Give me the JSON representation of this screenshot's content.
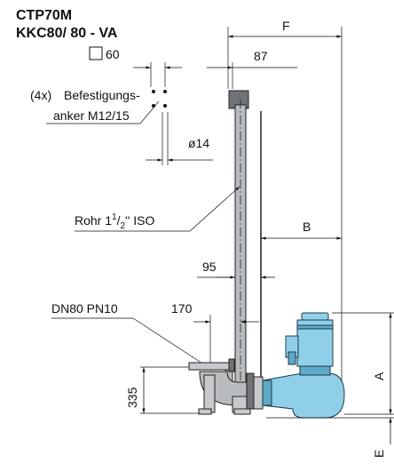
{
  "title": {
    "line1": "CTP70M",
    "line2": "KKC80/ 80 - VA"
  },
  "dimensions": {
    "square_symbol": "□",
    "square_size": "60",
    "top_offset": "87",
    "bolt_diameter": "ø14",
    "rail_offset": "95",
    "outlet_offset": "170",
    "height": "335",
    "F": "F",
    "B": "B",
    "A": "A",
    "E": "E"
  },
  "labels": {
    "anchor_count": "(4x)",
    "anchor_line1": "Befestigungs-",
    "anchor_line2": "anker M12/15",
    "pipe_prefix": "Rohr 1",
    "pipe_num": "1",
    "pipe_den": "2",
    "pipe_suffix": "'' ISO",
    "flange": "DN80 PN10"
  }
}
